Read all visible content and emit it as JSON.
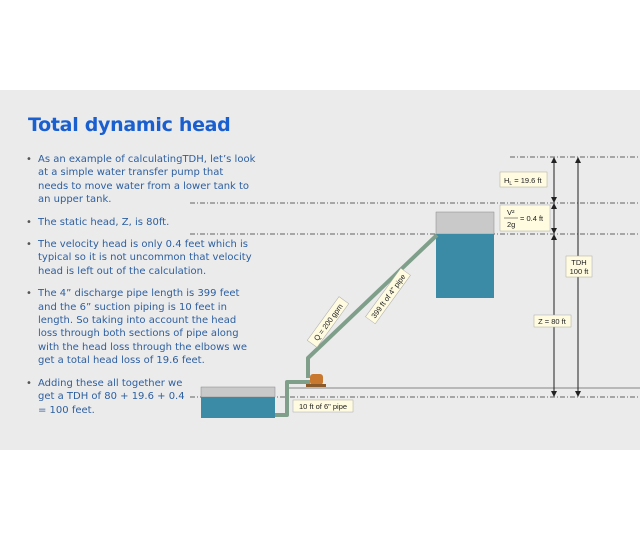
{
  "title": "Total dynamic head",
  "bullets": [
    "As an example of calculatingTDH, let’s look at a simple water transfer pump that needs to move water from a lower tank to an upper tank.",
    "The static head, Z, is 80ft.",
    "The velocity head is only 0.4 feet which is typical so it is not uncommon that velocity head is left out of the calculation.",
    "The 4” discharge pipe length is 399 feet and the 6” suction piping is 10 feet in length.  So taking into account the head loss through both sections of pipe along with the head loss through the elbows we get a total head loss of 19.6 feet.",
    "Adding these all together we get a TDH of 80 + 19.6 + 0.4 = 100 feet."
  ],
  "diagram": {
    "hl_label": "H",
    "hl_sub": "L",
    "hl_value": " = 19.6 ft",
    "vel_num": "V²",
    "vel_den": "2g",
    "vel_value": "= 0.4 ft",
    "tdh_label": "TDH",
    "tdh_value": "100 ft",
    "z_label": "Z = 80 ft",
    "suction_label": "10 ft of 6\" pipe",
    "discharge_label": "399 ft of 4\" pipe",
    "flow_label": "Q = 200 gpm"
  },
  "colors": {
    "title": "#1a5fd0",
    "water": "#3b8aa6",
    "pipe": "#8fae98",
    "tank_top": "#c9c9c9",
    "label_bg": "#fffbe0"
  }
}
